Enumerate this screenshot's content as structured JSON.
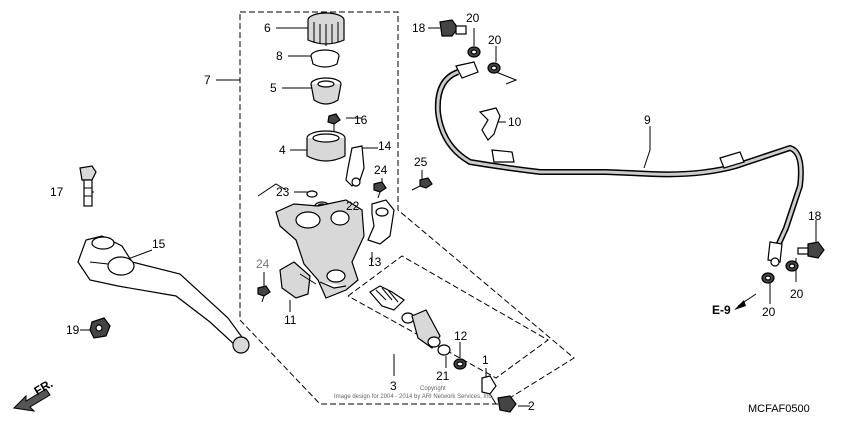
{
  "diagram_code": "MCFAF0500",
  "ref_label": "E-9",
  "fr_label": "FR.",
  "copyright_line1": "Copyright",
  "copyright_line2": "Image design for 2004 - 2014 by ARI Network Services, Inc.",
  "callouts": {
    "c1": "1",
    "c2": "2",
    "c3": "3",
    "c4": "4",
    "c5": "5",
    "c6": "6",
    "c7": "7",
    "c8": "8",
    "c9": "9",
    "c10": "10",
    "c11": "11",
    "c12": "12",
    "c13": "13",
    "c14": "14",
    "c15": "15",
    "c16": "16",
    "c17": "17",
    "c18a": "18",
    "c18b": "18",
    "c19": "19",
    "c20a": "20",
    "c20b": "20",
    "c20c": "20",
    "c20d": "20",
    "c21": "21",
    "c22": "22",
    "c23": "23",
    "c24a": "24",
    "c24b": "24",
    "c25": "25"
  }
}
